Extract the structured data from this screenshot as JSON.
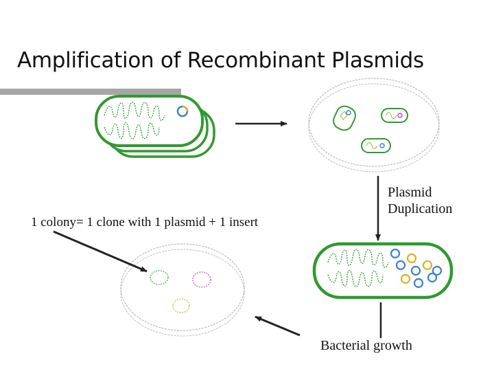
{
  "title": "Amplification of Recombinant Plasmids",
  "labels": {
    "colony": "1 colony= 1 clone with 1 plasmid + 1 insert",
    "plasmid_duplication_line1": "Plasmid",
    "plasmid_duplication_line2": "Duplication",
    "bacterial_growth": "Bacterial growth"
  },
  "colors": {
    "membrane": "#2f9a2f",
    "plasmid_blue": "#3a7fd8",
    "plasmid_yellow": "#e0b020",
    "accent_bar": "#a6a6a6",
    "arrow": "#222222"
  }
}
